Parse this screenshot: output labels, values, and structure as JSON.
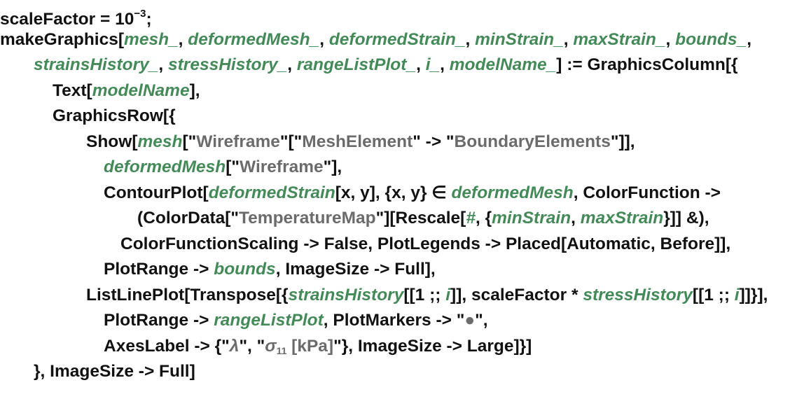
{
  "code": {
    "lines": [
      {
        "segs": [
          {
            "c": "k",
            "t": "scaleFactor = 10"
          },
          {
            "c": "sup",
            "t": "−3"
          },
          {
            "c": "k",
            "t": ";"
          }
        ]
      },
      {
        "segs": [
          {
            "c": "k",
            "t": "makeGraphics["
          },
          {
            "c": "v",
            "t": "mesh_"
          },
          {
            "c": "k",
            "t": ", "
          },
          {
            "c": "v",
            "t": "deformedMesh_"
          },
          {
            "c": "k",
            "t": ", "
          },
          {
            "c": "v",
            "t": "deformedStrain_"
          },
          {
            "c": "k",
            "t": ", "
          },
          {
            "c": "v",
            "t": "minStrain_"
          },
          {
            "c": "k",
            "t": ", "
          },
          {
            "c": "v",
            "t": "maxStrain_"
          },
          {
            "c": "k",
            "t": ", "
          },
          {
            "c": "v",
            "t": "bounds_"
          },
          {
            "c": "k",
            "t": ","
          }
        ]
      },
      {
        "segs": [
          {
            "c": "v",
            "t": "strainsHistory_"
          },
          {
            "c": "k",
            "t": ", "
          },
          {
            "c": "v",
            "t": "stressHistory_"
          },
          {
            "c": "k",
            "t": ", "
          },
          {
            "c": "v",
            "t": "rangeListPlot_"
          },
          {
            "c": "k",
            "t": ", "
          },
          {
            "c": "v",
            "t": "i_"
          },
          {
            "c": "k",
            "t": ", "
          },
          {
            "c": "v",
            "t": "modelName_"
          },
          {
            "c": "k",
            "t": "] := GraphicsColumn[{"
          }
        ]
      },
      {
        "segs": [
          {
            "c": "k",
            "t": "Text["
          },
          {
            "c": "v",
            "t": "modelName"
          },
          {
            "c": "k",
            "t": "],"
          }
        ]
      },
      {
        "segs": [
          {
            "c": "k",
            "t": "GraphicsRow[{"
          }
        ]
      },
      {
        "segs": [
          {
            "c": "k",
            "t": "Show["
          },
          {
            "c": "v",
            "t": "mesh"
          },
          {
            "c": "k",
            "t": "[\""
          },
          {
            "c": "s",
            "t": "Wireframe"
          },
          {
            "c": "k",
            "t": "\"[\""
          },
          {
            "c": "s",
            "t": "MeshElement"
          },
          {
            "c": "k",
            "t": "\" -> \""
          },
          {
            "c": "s",
            "t": "BoundaryElements"
          },
          {
            "c": "k",
            "t": "\"]],"
          }
        ]
      },
      {
        "segs": [
          {
            "c": "v",
            "t": "deformedMesh"
          },
          {
            "c": "k",
            "t": "[\""
          },
          {
            "c": "s",
            "t": "Wireframe"
          },
          {
            "c": "k",
            "t": "\"],"
          }
        ]
      },
      {
        "segs": [
          {
            "c": "k",
            "t": "ContourPlot["
          },
          {
            "c": "v",
            "t": "deformedStrain"
          },
          {
            "c": "k",
            "t": "[x, y], {x, y} ∈ "
          },
          {
            "c": "v",
            "t": "deformedMesh"
          },
          {
            "c": "k",
            "t": ", ColorFunction ->"
          }
        ]
      },
      {
        "segs": [
          {
            "c": "k",
            "t": "(ColorData[\""
          },
          {
            "c": "s",
            "t": "TemperatureMap"
          },
          {
            "c": "k",
            "t": "\"][Rescale["
          },
          {
            "c": "v",
            "t": "#"
          },
          {
            "c": "k",
            "t": ", {"
          },
          {
            "c": "v",
            "t": "minStrain"
          },
          {
            "c": "k",
            "t": ", "
          },
          {
            "c": "v",
            "t": "maxStrain"
          },
          {
            "c": "k",
            "t": "}]] &),"
          }
        ]
      },
      {
        "segs": [
          {
            "c": "k",
            "t": "ColorFunctionScaling -> False, PlotLegends -> Placed[Automatic, Before]],"
          }
        ]
      },
      {
        "segs": [
          {
            "c": "k",
            "t": "PlotRange -> "
          },
          {
            "c": "v",
            "t": "bounds"
          },
          {
            "c": "k",
            "t": ", ImageSize -> Full],"
          }
        ]
      },
      {
        "segs": [
          {
            "c": "k",
            "t": "ListLinePlot[Transpose[{"
          },
          {
            "c": "v",
            "t": "strainsHistory"
          },
          {
            "c": "k",
            "t": "[[1 ;; "
          },
          {
            "c": "v",
            "t": "i"
          },
          {
            "c": "k",
            "t": "]], scaleFactor * "
          },
          {
            "c": "v",
            "t": "stressHistory"
          },
          {
            "c": "k",
            "t": "[[1 ;; "
          },
          {
            "c": "v",
            "t": "i"
          },
          {
            "c": "k",
            "t": "]]}],"
          }
        ]
      },
      {
        "segs": [
          {
            "c": "k",
            "t": "PlotRange -> "
          },
          {
            "c": "v",
            "t": "rangeListPlot"
          },
          {
            "c": "k",
            "t": ", PlotMarkers -> \""
          },
          {
            "c": "s",
            "t": "●"
          },
          {
            "c": "k",
            "t": "\","
          }
        ]
      },
      {
        "segs": [
          {
            "c": "k",
            "t": "AxesLabel -> {\""
          },
          {
            "c": "si",
            "t": "λ"
          },
          {
            "c": "k",
            "t": "\", \""
          },
          {
            "c": "si",
            "t": "σ"
          },
          {
            "c": "sub",
            "t": "11"
          },
          {
            "c": "s",
            "t": " [kPa]"
          },
          {
            "c": "k",
            "t": "\"}, ImageSize -> Large]}]"
          }
        ]
      },
      {
        "segs": [
          {
            "c": "k",
            "t": "}, ImageSize -> Full]"
          }
        ]
      }
    ]
  }
}
